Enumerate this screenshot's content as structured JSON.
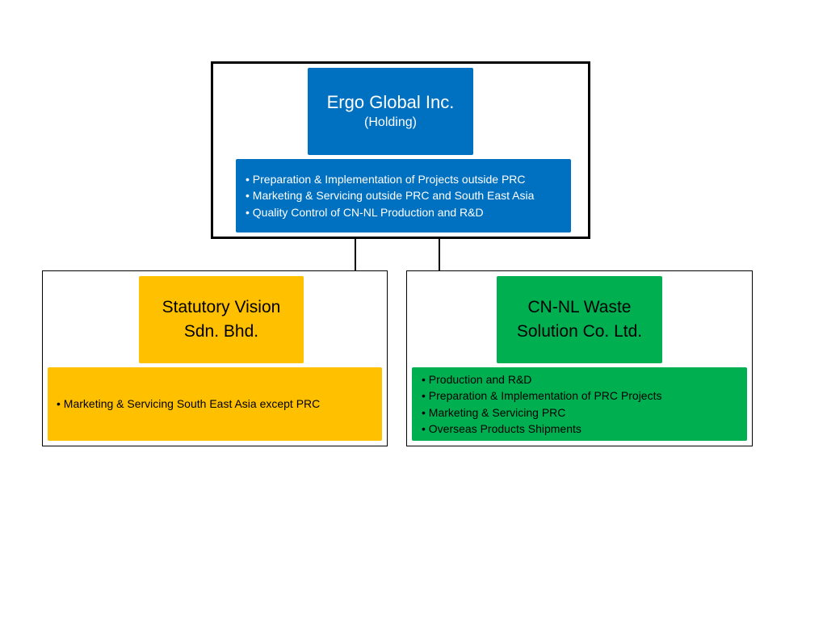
{
  "holding": {
    "name": "Ergo Global Inc.",
    "subtitle": "(Holding)",
    "items": [
      "• Preparation & Implementation of Projects outside PRC",
      "• Marketing & Servicing outside PRC and South East Asia",
      "• Quality Control of CN-NL Production and R&D"
    ]
  },
  "subsidiaries": [
    {
      "name_line1": "Statutory Vision",
      "name_line2": "Sdn. Bhd.",
      "items": [
        "• Marketing & Servicing South East Asia except PRC"
      ]
    },
    {
      "name_line1": "CN-NL Waste",
      "name_line2": "Solution Co. Ltd.",
      "items": [
        "• Production and R&D",
        "• Preparation & Implementation of PRC Projects",
        "• Marketing & Servicing PRC",
        "• Overseas Products Shipments"
      ]
    }
  ],
  "colors": {
    "holding": "#0070c0",
    "statutory_vision": "#ffc000",
    "cn_nl": "#00b050",
    "frame": "#000000"
  }
}
